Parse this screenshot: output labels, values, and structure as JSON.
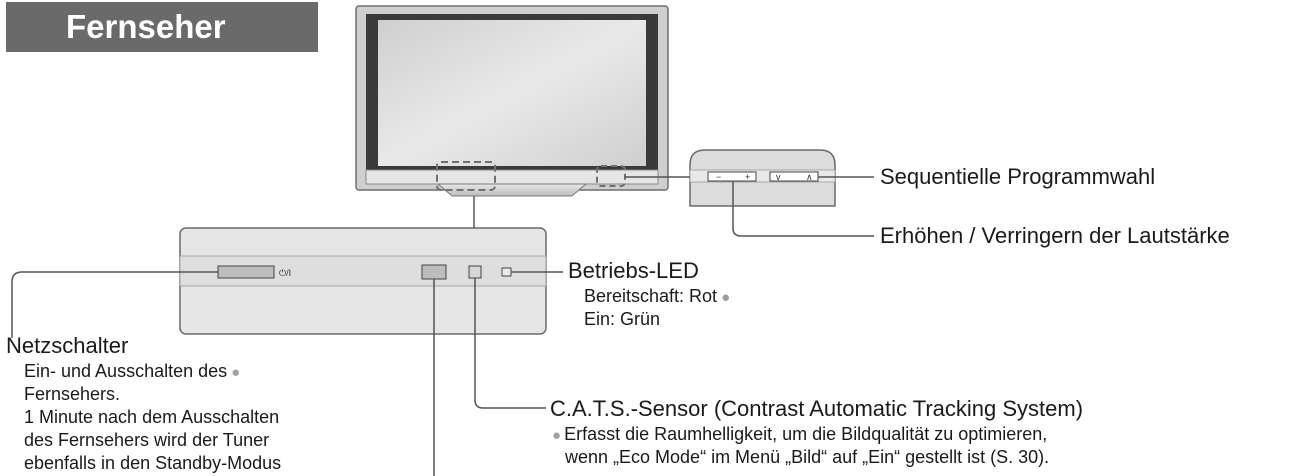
{
  "section_title": "Fernseher",
  "tv_callouts": {
    "program": "Sequentielle Programmwahl",
    "volume": "Erhöhen / Verringern der Lautstärke"
  },
  "led": {
    "title": "Betriebs-LED",
    "standby": "Bereitschaft: Rot",
    "on": "Ein: Grün"
  },
  "power_switch": {
    "title": "Netzschalter",
    "line1": "Ein- und Ausschalten des",
    "line2": "Fernsehers.",
    "line3": "1 Minute nach dem Ausschalten",
    "line4": "des Fernsehers wird der Tuner",
    "line5": "ebenfalls in den Standby-Modus"
  },
  "cats": {
    "title": "C.A.T.S.-Sensor (Contrast Automatic Tracking System)",
    "line1": "Erfasst die Raumhelligkeit, um die Bildqualität zu optimieren,",
    "line2": "wenn „Eco Mode“ im Menü „Bild“ auf „Ein“ gestellt ist (S. 30)."
  },
  "panel_marks": {
    "power_symbol": "⏻/I",
    "vol_minus": "−",
    "vol_plus": "+",
    "ch_down": "v",
    "ch_up": "∧"
  },
  "colors": {
    "title_bg": "#6a6a6a",
    "line": "#555555",
    "tv_frame": "#c8c8c8",
    "screen": "#d9d9d9"
  }
}
